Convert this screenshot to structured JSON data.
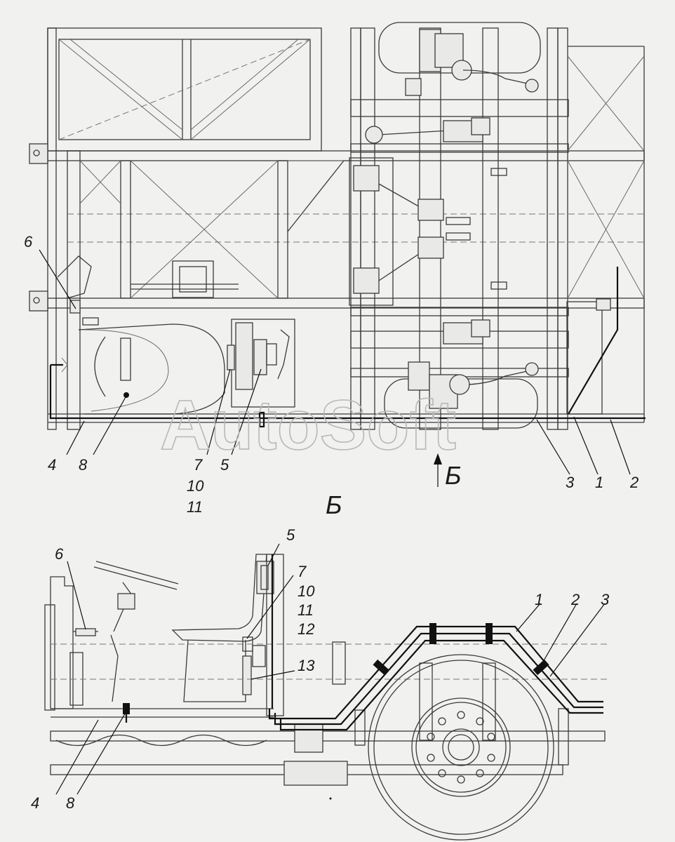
{
  "view_title": "Б",
  "arrow_label": "Б",
  "watermark": "AutoSoft",
  "top_callouts": {
    "c6": "6",
    "c4": "4",
    "c8": "8",
    "c7": "7",
    "c10": "10",
    "c11": "11",
    "c5": "5",
    "c3": "3",
    "c1": "1",
    "c2": "2"
  },
  "bottom_callouts": {
    "c6": "6",
    "c5": "5",
    "c7": "7",
    "c10": "10",
    "c11": "11",
    "c12": "12",
    "c13": "13",
    "c1": "1",
    "c2": "2",
    "c3": "3",
    "c4": "4",
    "c8": "8"
  }
}
